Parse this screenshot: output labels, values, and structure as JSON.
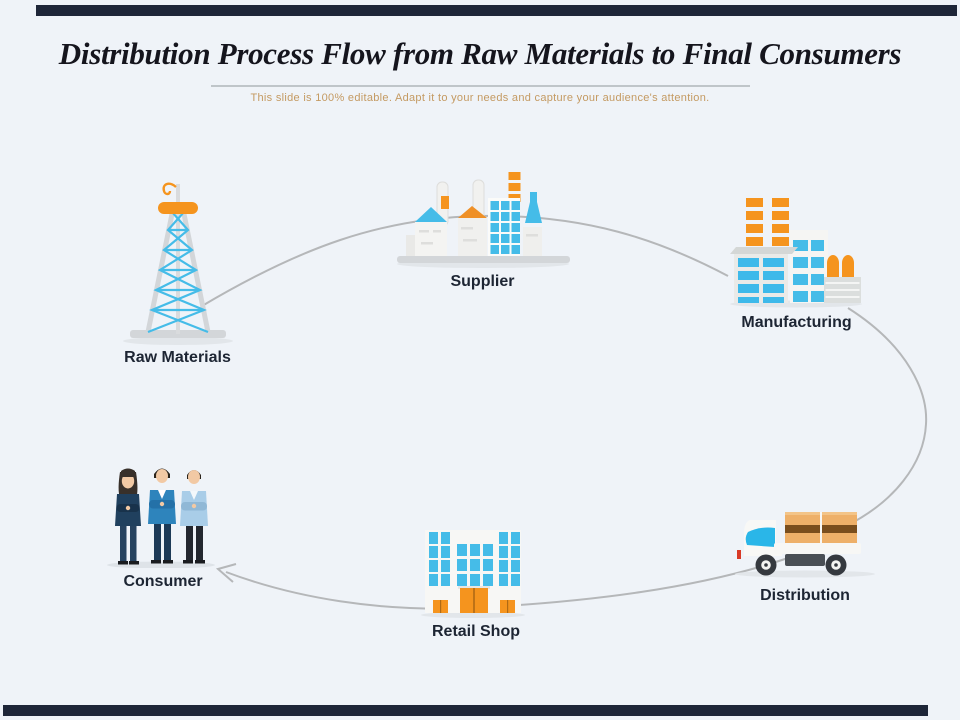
{
  "slide": {
    "title": "Distribution Process Flow from Raw Materials to Final Consumers",
    "subtitle": "This slide is 100% editable. Adapt it to your needs and capture your audience's attention."
  },
  "colors": {
    "background": "#eff3f8",
    "bar_navy": "#1e2638",
    "title_text": "#15151d",
    "divider_gray": "#bfc5c9",
    "subtitle_orange": "#c49a62",
    "label_navy": "#1d2533",
    "line_gray": "#b5b7b9",
    "accent_orange": "#f5941e",
    "accent_cyan": "#45bce8",
    "cargo_tan": "#eeb069",
    "cargo_brown": "#7a4e1d"
  },
  "nodes": [
    {
      "id": "raw-materials",
      "label": "Raw Materials",
      "icon": "oil-derrick-icon"
    },
    {
      "id": "supplier",
      "label": "Supplier",
      "icon": "factory-icon"
    },
    {
      "id": "manufacturing",
      "label": "Manufacturing",
      "icon": "manufacturing-plant-icon"
    },
    {
      "id": "distribution",
      "label": "Distribution",
      "icon": "delivery-truck-icon"
    },
    {
      "id": "retail-shop",
      "label": "Retail Shop",
      "icon": "retail-store-icon"
    },
    {
      "id": "consumer",
      "label": "Consumer",
      "icon": "consumers-icon"
    }
  ]
}
